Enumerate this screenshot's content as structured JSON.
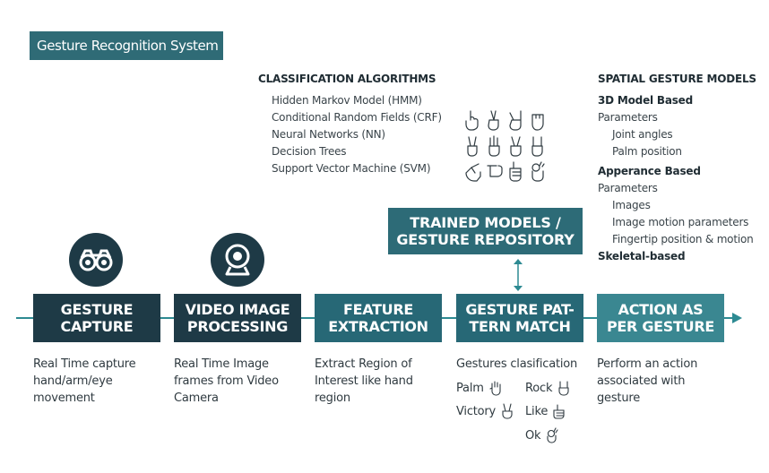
{
  "title": "Gesture Recognition System",
  "classification": {
    "heading": "CLASSIFICATION ALGORITHMS",
    "items": [
      "Hidden Markov Model (HMM)",
      "Conditional Random Fields (CRF)",
      "Neural Networks (NN)",
      "Decision Trees",
      "Support Vector Machine (SVM)"
    ]
  },
  "spatial": {
    "heading": "SPATIAL GESTURE MODELS",
    "model3d": "3D Model Based",
    "params1": "Parameters",
    "joint": "Joint angles",
    "palm": "Palm position",
    "appearance": "Apperance Based",
    "params2": "Parameters",
    "images": "Images",
    "motion": "Image motion parameters",
    "fingertip": "Fingertip position & motion",
    "skeletal": "Skeletal-based"
  },
  "trained": {
    "line1": "TRAINED MODELS /",
    "line2": "GESTURE REPOSITORY"
  },
  "steps": [
    {
      "line1": "GESTURE",
      "line2": "CAPTURE",
      "desc": [
        "Real Time capture",
        "hand/arm/eye",
        "movement"
      ]
    },
    {
      "line1": "VIDEO IMAGE",
      "line2": "PROCESSING",
      "desc": [
        "Real Time Image",
        "frames from Video",
        "Camera"
      ]
    },
    {
      "line1": "FEATURE",
      "line2": "EXTRACTION",
      "desc": [
        "Extract Region of",
        "Interest like hand",
        "region"
      ]
    },
    {
      "line1": "GESTURE PAT-",
      "line2": "TERN MATCH",
      "desc": [
        "Gestures clasification"
      ]
    },
    {
      "line1": "ACTION AS",
      "line2": "PER GESTURE",
      "desc": [
        "Perform an action",
        "associated with",
        "gesture"
      ]
    }
  ],
  "gestures": {
    "palm": "Palm",
    "rock": "Rock",
    "victory": "Victory",
    "like": "Like",
    "ok": "Ok"
  },
  "icons": {
    "capture": "binoculars-icon",
    "processing": "webcam-icon",
    "hand_gestures": "hand-gesture-icons",
    "gesture_palm": "palm-hand-icon",
    "gesture_rock": "rock-hand-icon",
    "gesture_victory": "victory-hand-icon",
    "gesture_like": "thumbs-up-icon",
    "gesture_ok": "ok-hand-icon"
  },
  "colors": {
    "dark_teal": "#1e3a46",
    "mid_teal": "#276876",
    "light_teal": "#3a8791",
    "line_teal": "#2d8a92"
  }
}
